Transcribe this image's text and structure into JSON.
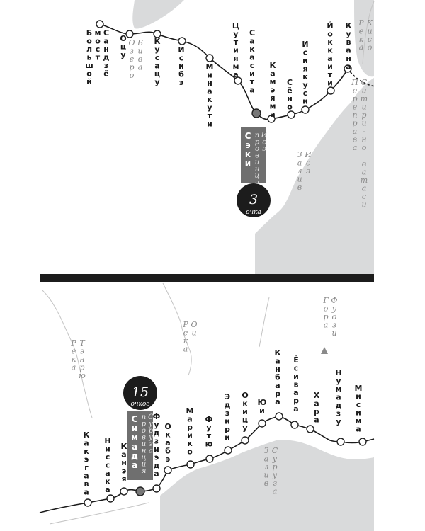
{
  "top": {
    "stations": [
      {
        "name": "Большой мост Сандзё"
      },
      {
        "name": "Оцу"
      },
      {
        "name": "Кусацу"
      },
      {
        "name": "Исибэ"
      },
      {
        "name": "Минакути"
      },
      {
        "name": "Цутияма"
      },
      {
        "name": "Сакасита"
      },
      {
        "name": "Сэки",
        "major": true
      },
      {
        "name": "Камэяма"
      },
      {
        "name": "Сёно"
      },
      {
        "name": "Исиякуси"
      },
      {
        "name": "Йоккаити"
      },
      {
        "name": "Кувана"
      }
    ],
    "labels": {
      "lake": "Озеро Бива",
      "river": "Река Кисо",
      "crossing": "Переправа Ситири-но-ватаси",
      "bay": "Залив Исэ"
    },
    "tag": {
      "name": "Сэки",
      "sub": "провинция Исэ"
    },
    "badge": {
      "number": "3",
      "label": "очка"
    }
  },
  "bottom": {
    "stations": [
      {
        "name": "Какэгава"
      },
      {
        "name": "Ниссака"
      },
      {
        "name": "Канэя"
      },
      {
        "name": "Симада",
        "major": true
      },
      {
        "name": "Фудзиэда"
      },
      {
        "name": "Окабэ"
      },
      {
        "name": "Марико"
      },
      {
        "name": "Футю"
      },
      {
        "name": "Эдзири"
      },
      {
        "name": "Окицу"
      },
      {
        "name": "Юи"
      },
      {
        "name": "Канбара"
      },
      {
        "name": "Ёсивара"
      },
      {
        "name": "Хара"
      },
      {
        "name": "Нумадзу"
      },
      {
        "name": "Мисима"
      }
    ],
    "labels": {
      "river_tenryu": "Река Тэнрю",
      "river_oi": "Река Ои",
      "mountain": "Гора Фудзи",
      "bay": "Залив Суруга"
    },
    "tag": {
      "name": "Симада",
      "sub": "провинция Суруга"
    },
    "badge": {
      "number": "15",
      "label": "очков"
    }
  }
}
